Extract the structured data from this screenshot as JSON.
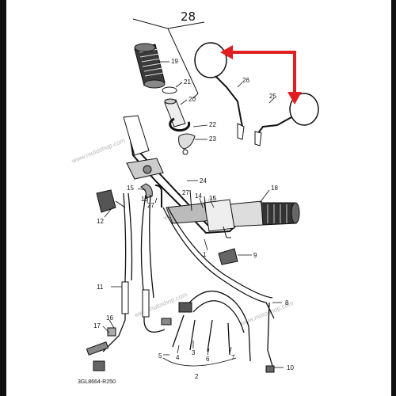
{
  "title_number": "28",
  "part_code": "3GL8664-R250",
  "watermark": "www.motoshop.com",
  "accent_color": "#e02020",
  "labels": {
    "l19": "19",
    "l21": "21",
    "l20": "20",
    "l26": "26",
    "l25": "25",
    "l22": "22",
    "l23": "23",
    "l24": "24",
    "l15a": "15",
    "l13": "13",
    "l27a": "27",
    "l12": "12",
    "l27b": "27",
    "l14": "14",
    "l15b": "15",
    "l18": "18",
    "l1": "1",
    "l9": "9",
    "l11": "11",
    "l8": "8",
    "l17": "17",
    "l16": "16",
    "l5": "5",
    "l4": "4",
    "l3": "3",
    "l6": "6",
    "l7": "7",
    "l2": "2",
    "l10": "10"
  }
}
